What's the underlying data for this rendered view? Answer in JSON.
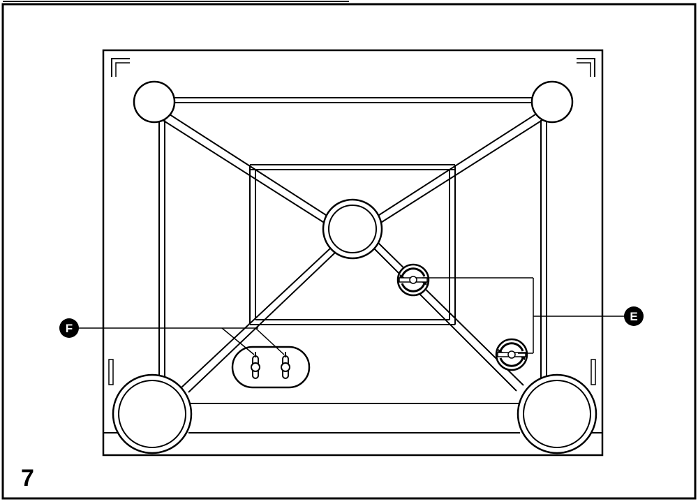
{
  "step": {
    "number": "7"
  },
  "callouts": {
    "e": {
      "letter": "E",
      "target": "adjustment-screws"
    },
    "f": {
      "letter": "F",
      "target": "mounting-keyholes"
    }
  },
  "colors": {
    "ink": "#000000",
    "paper": "#ffffff",
    "stroke_gray": "#333333"
  },
  "icons": [
    "rotate-screw-icon",
    "keyhole-slot-icon",
    "corner-bracket-icon"
  ]
}
